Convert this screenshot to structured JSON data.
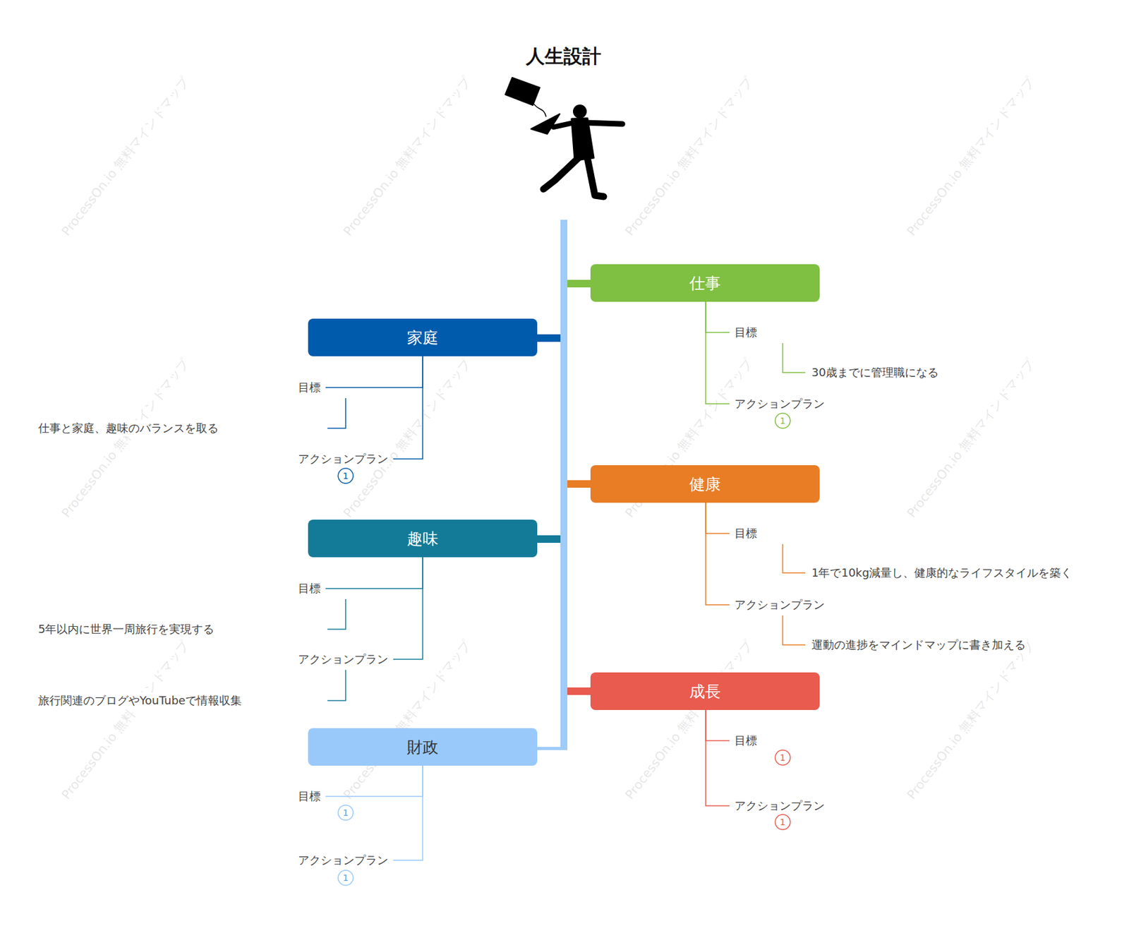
{
  "diagram": {
    "title": "人生設計",
    "nodes": [
      {
        "text": [
          "仕事"
        ]
      },
      {
        "text": [
          "目標"
        ]
      },
      {
        "text": [
          "30歳までに管理職になる"
        ]
      },
      {
        "text": [
          "アクションプラン"
        ]
      },
      {
        "text": [
          "家庭"
        ]
      },
      {
        "text": [
          "目標"
        ]
      },
      {
        "text": [
          "仕事と家庭、趣味のバランスを取る"
        ]
      },
      {
        "text": [
          "アクションプラン"
        ]
      },
      {
        "text": [
          "健康"
        ]
      },
      {
        "text": [
          "目標"
        ]
      },
      {
        "text": [
          "1年で10kg減量し、健康的なライフスタイルを築く"
        ]
      },
      {
        "text": [
          "アクションプラン"
        ]
      },
      {
        "text": [
          "運動の進捗をマインドマップに書き加える"
        ]
      },
      {
        "text": [
          "趣味"
        ]
      },
      {
        "text": [
          "目標"
        ]
      },
      {
        "text": [
          "5年以内に世界一周旅行を実現する"
        ]
      },
      {
        "text": [
          "アクションプラン"
        ]
      },
      {
        "text": [
          "旅行関連のブログやYouTubeで情報収集"
        ]
      },
      {
        "text": [
          "成長"
        ]
      },
      {
        "text": [
          "目標"
        ]
      },
      {
        "text": [
          "アクションプラン"
        ]
      },
      {
        "text": [
          "財政"
        ]
      },
      {
        "text": [
          "目標"
        ]
      },
      {
        "text": [
          "アクションプラン"
        ]
      }
    ],
    "edges": [
      {
        "from": 0,
        "to": 1,
        "arrow": "none"
      },
      {
        "from": 1,
        "to": 2,
        "arrow": "none"
      },
      {
        "from": 0,
        "to": 3,
        "arrow": "none"
      },
      {
        "from": 4,
        "to": 5,
        "arrow": "none"
      },
      {
        "from": 5,
        "to": 6,
        "arrow": "none"
      },
      {
        "from": 4,
        "to": 7,
        "arrow": "none"
      },
      {
        "from": 8,
        "to": 9,
        "arrow": "none"
      },
      {
        "from": 9,
        "to": 10,
        "arrow": "none"
      },
      {
        "from": 8,
        "to": 11,
        "arrow": "none"
      },
      {
        "from": 11,
        "to": 12,
        "arrow": "none"
      },
      {
        "from": 13,
        "to": 14,
        "arrow": "none"
      },
      {
        "from": 14,
        "to": 15,
        "arrow": "none"
      },
      {
        "from": 13,
        "to": 16,
        "arrow": "none"
      },
      {
        "from": 16,
        "to": 17,
        "arrow": "none"
      },
      {
        "from": 18,
        "to": 19,
        "arrow": "none"
      },
      {
        "from": 18,
        "to": 20,
        "arrow": "none"
      },
      {
        "from": 21,
        "to": 22,
        "arrow": "none"
      },
      {
        "from": 21,
        "to": 23,
        "arrow": "none"
      }
    ],
    "labels": [
      "1",
      "1",
      "1",
      "1",
      "1",
      "1",
      "ProcessOn.io 無料マインドマップ",
      "ProcessOn.io 無料マインドマップ",
      "ProcessOn.io 無料マインドマップ",
      "ProcessOn.io 無料マインドマップ",
      "ProcessOn.io 無料マインドマップ",
      "ProcessOn.io 無料マインドマップ",
      "ProcessOn.io 無料マインドマップ",
      "ProcessOn.io 無料マインドマップ",
      "ProcessOn.io 無料マインドマップ",
      "ProcessOn.io 無料マインドマップ",
      "ProcessOn.io 無料マインドマップ",
      "ProcessOn.io 無料マインドマップ"
    ]
  }
}
